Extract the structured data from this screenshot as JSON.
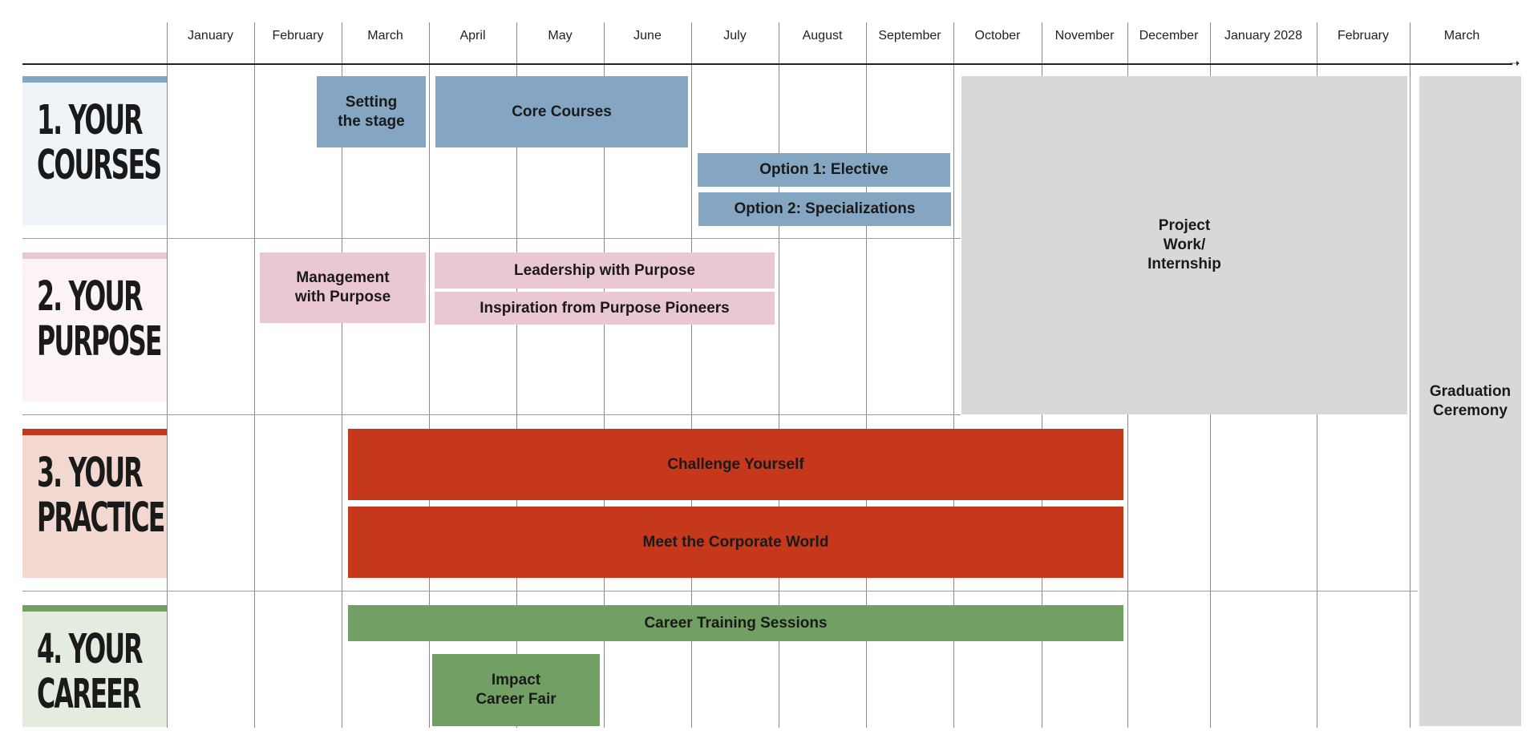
{
  "timeline": {
    "months": [
      "January",
      "February",
      "March",
      "April",
      "May",
      "June",
      "July",
      "August",
      "September",
      "October",
      "November",
      "December",
      "January 2028",
      "February",
      "March"
    ]
  },
  "colors": {
    "courses": "#84a6c3",
    "courses_bg": "#eff4f8",
    "purpose": "#eac7d4",
    "purpose_bg": "#fbf3f6",
    "practice": "#c5381c",
    "practice_bg": "#f3d8d0",
    "career": "#72a064",
    "career_bg": "#e3ecdf",
    "neutral": "#d8d8d8"
  },
  "rows": [
    {
      "label": "1. YOUR\nCOURSES"
    },
    {
      "label": "2. YOUR\nPURPOSE"
    },
    {
      "label": "3. YOUR\nPRACTICE"
    },
    {
      "label": "4. YOUR\nCAREER"
    }
  ],
  "blocks": {
    "setting_the_stage": "Setting\nthe stage",
    "core_courses": "Core Courses",
    "option_elective": "Option 1: Elective",
    "option_specializations": "Option 2: Specializations",
    "project_work": "Project\nWork/\nInternship",
    "management_with_purpose": "Management\nwith Purpose",
    "leadership_with_purpose": "Leadership with Purpose",
    "inspiration": "Inspiration from Purpose Pioneers",
    "challenge_yourself": "Challenge Yourself",
    "meet_corporate": "Meet the Corporate World",
    "career_training": "Career Training Sessions",
    "impact_career_fair": "Impact\nCareer Fair",
    "graduation": "Graduation\nCeremony"
  }
}
